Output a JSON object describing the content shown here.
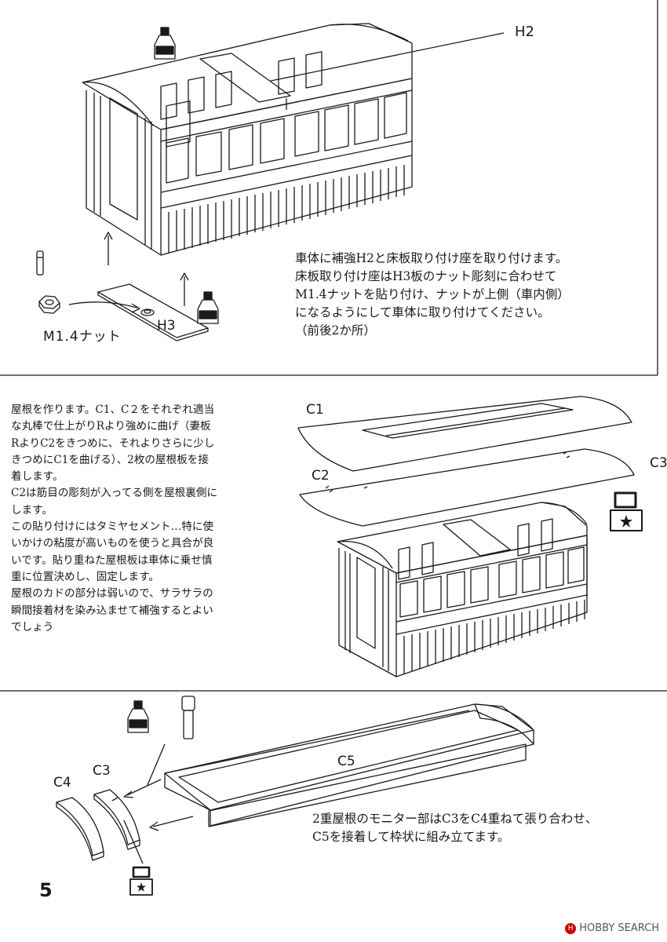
{
  "labels": {
    "h2": "H2",
    "h3": "H3",
    "nut": "M1.4ナット",
    "c1": "C1",
    "c2": "C2",
    "c3_cut": "C3",
    "c3": "C3",
    "c4": "C4",
    "c5": "C5"
  },
  "step1_text": [
    "車体に補強H2と床板取り付け座を取り付けます。",
    "床板取り付け座はH3板のナット彫刻に合わせて",
    "M1.4ナットを貼り付け、ナットが上側（車内側）",
    "になるようにして車体に取り付けてください。",
    "（前後2か所）"
  ],
  "step2_text": [
    "屋根を作ります。C1、C２をそれぞれ適当",
    "な丸棒で仕上がりRより強めに曲げ（妻板",
    "RよりC2をきつめに、それよりさらに少し",
    "きつめにC1を曲げる）、2枚の屋根板を接",
    "着します。",
    "C2は筋目の彫刻が入ってる側を屋根裏側に",
    "します。",
    "この貼り付けにはタミヤセメント…特に使",
    "いかけの粘度が高いものを使うと具合が良",
    "いです。貼り重ねた屋根板は車体に乗せ慎",
    "重に位置決めし、固定します。",
    "屋根のカドの部分は弱いので、サラサラの",
    "瞬間接着材を染み込ませて補強するとよい",
    "でしょう"
  ],
  "step3_text": [
    "2重屋根のモニター部はC3をC4重ねて張り合わせ、",
    "C5を接着して枠状に組み立てます。"
  ],
  "page_number": "5",
  "watermark": "HOBBY SEARCH",
  "watermark_logo": "H"
}
